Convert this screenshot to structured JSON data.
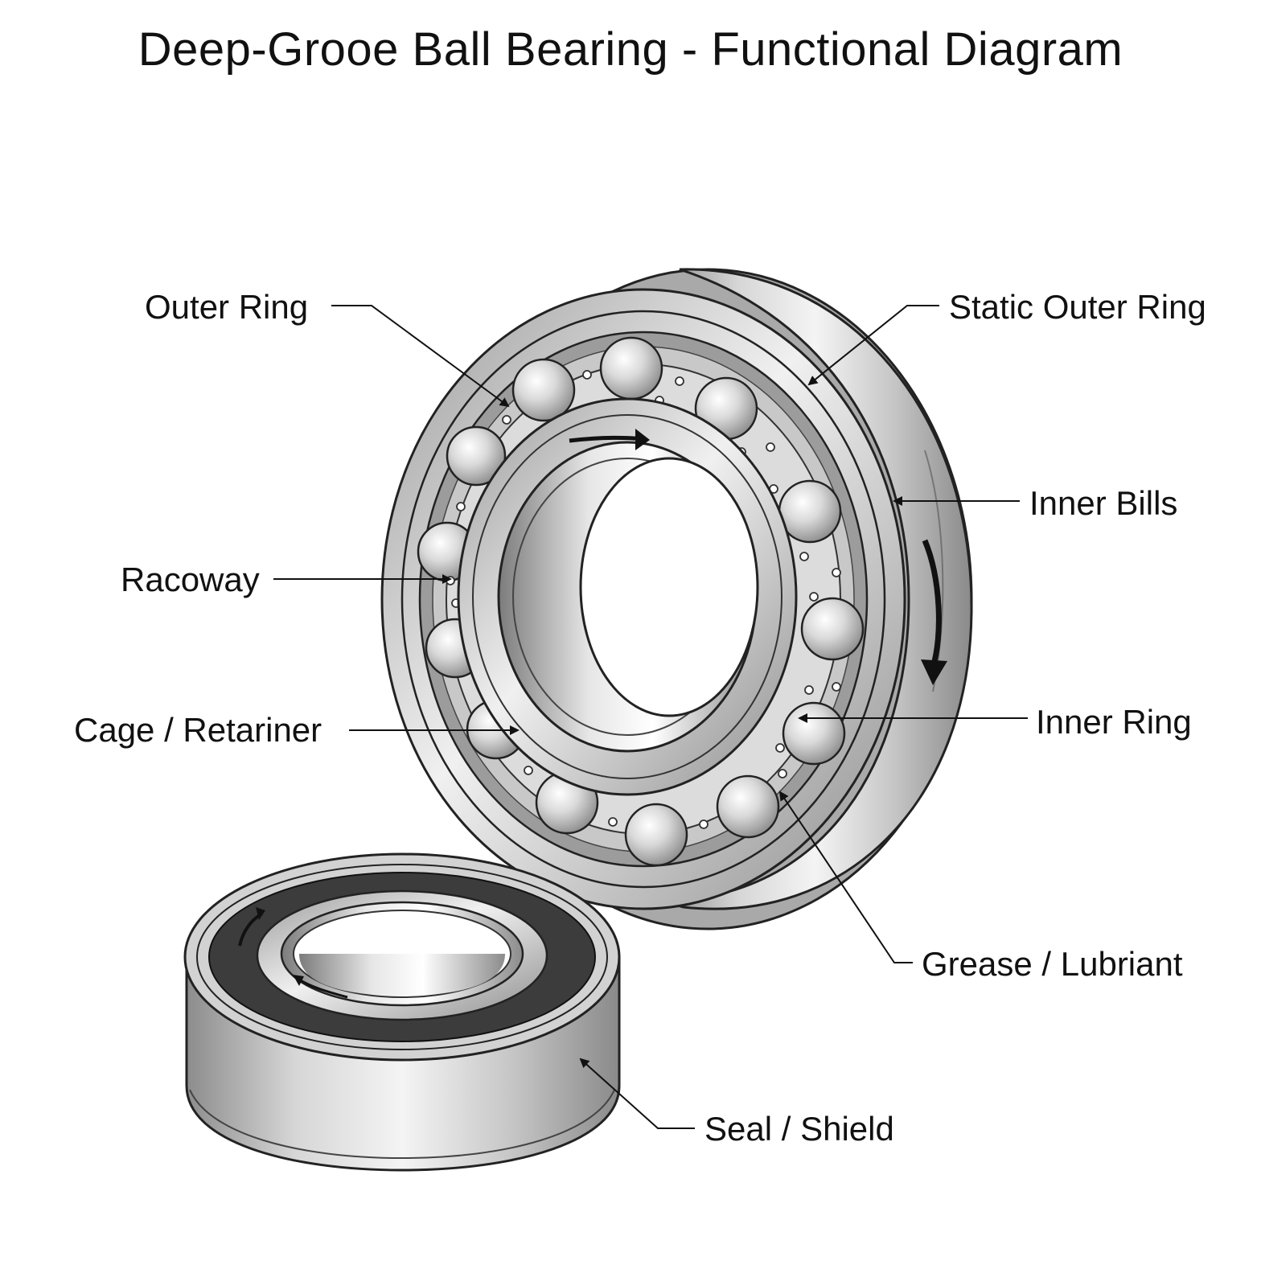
{
  "title": "Deep-Grooe Ball Bearing - Functional Diagram",
  "labels": {
    "outer_ring": "Outer Ring",
    "static_outer_ring": "Static Outer Ring",
    "inner_bills": "Inner Bills",
    "racoway": "Racoway",
    "cage_retainer": "Cage / Retariner",
    "inner_ring": "Inner Ring",
    "grease_lubricant": "Grease / Lubriant",
    "seal_shield": "Seal / Shield"
  },
  "colors": {
    "steel_light": "#f2f2f2",
    "steel_mid": "#bdbdbd",
    "steel_dark": "#7a7a7a",
    "seal_dark": "#3c3c3c",
    "line": "#111111"
  }
}
